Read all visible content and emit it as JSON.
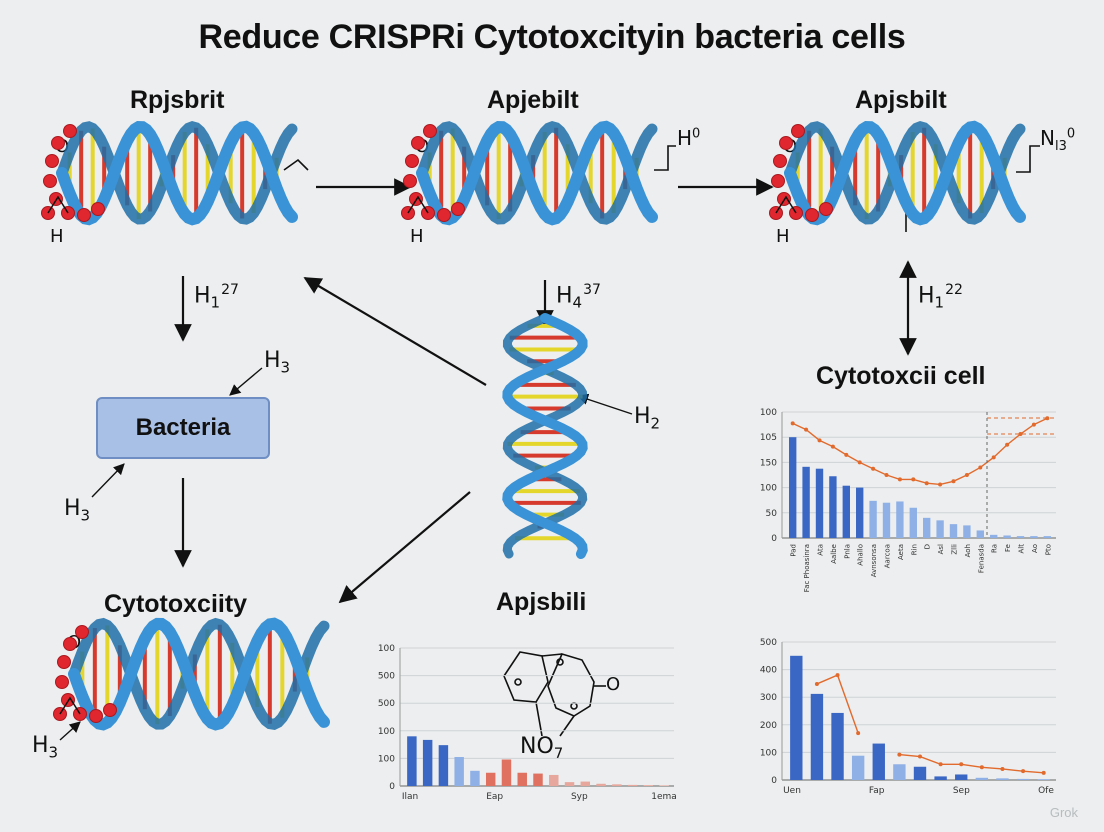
{
  "title": "Reduce CRISPRi Cytotoxcityin bacteria cells",
  "panels": {
    "top_left_label": "Rpjsbrit",
    "top_mid_label": "Apjebilt",
    "top_right_label": "Apjsbilt",
    "bacteria_box": "Bacteria",
    "cytotoxicity_label": "Cytotoxciity",
    "cytotoxic_cell_label": "Cytotoxcii cell",
    "bottom_mid_label": "Apjsbili"
  },
  "atoms": {
    "o1": "O",
    "h1": "H",
    "o2": "O",
    "h2": "H",
    "o3": "O",
    "h3": "H",
    "o4": "O",
    "tm_end": "H",
    "tm_end_sup": "0",
    "tr_end": "N",
    "tr_end_sub": "l3",
    "tr_end_sup": "0"
  },
  "h_labels": {
    "left_base": "H",
    "left_sub": "1",
    "left_sup": "27",
    "mid_base": "H",
    "mid_sub": "4",
    "mid_sup": "37",
    "right_base": "H",
    "right_sub": "1",
    "right_sup": "22",
    "h3_a": "H",
    "h3_a_sub": "3",
    "h3_b": "H",
    "h3_b_sub": "3",
    "h2": "H",
    "h2_sub": "2",
    "h3_c": "H",
    "h3_c_sub": "3"
  },
  "molecule": {
    "o_label": "O",
    "no_label": "NO",
    "no_sub": "7"
  },
  "watermark": "Grok",
  "colors": {
    "helix": "#3a93d6",
    "helix_dark": "#1f6ea8",
    "bead": "#e0262e",
    "rung_green": "#7cc241",
    "rung_red": "#d63a2c",
    "rung_yellow": "#e4d62a",
    "bar": "#3a66c4",
    "bar_light": "#8fb0e6",
    "bar_red": "#e07060",
    "line": "#e26a2c"
  },
  "chart_data": [
    {
      "type": "bar",
      "yticks": [
        "100",
        "105",
        "150",
        "100",
        "50",
        "0"
      ],
      "categories": [
        "Pad",
        "Fac Phoasinra",
        "Ata",
        "Aalbe",
        "Pnla",
        "Ahallo",
        "Avnsonsa",
        "Aarcoa",
        "Aeta",
        "Rin",
        "D",
        "Asl",
        "Zlli",
        "Aoh",
        "Fenasda",
        "Ra",
        "Fe",
        "Alt",
        "Ao",
        "Pto"
      ],
      "values": [
        160,
        113,
        110,
        98,
        83,
        80,
        59,
        56,
        58,
        48,
        32,
        28,
        22,
        20,
        12,
        5,
        4,
        3,
        3,
        3
      ],
      "series": [
        {
          "values": [
            182,
            172,
            155,
            145,
            132,
            120,
            110,
            100,
            93,
            93,
            87,
            85,
            90,
            100,
            112,
            128,
            148,
            165,
            180,
            190
          ]
        }
      ],
      "ylim": [
        0,
        200
      ]
    },
    {
      "type": "bar",
      "yticks": [
        "100",
        "500",
        "500",
        "100",
        "100",
        "0"
      ],
      "categories": [
        "Ilan",
        "Eap",
        "Syp",
        "1ema"
      ],
      "values": [
        180,
        167,
        148,
        105,
        55,
        48,
        96,
        48,
        45,
        40,
        14,
        16,
        8,
        6,
        4,
        3,
        2
      ],
      "ylim": [
        0,
        500
      ]
    },
    {
      "type": "bar",
      "yticks": [
        "500",
        "400",
        "300",
        "200",
        "100",
        "0"
      ],
      "categories": [
        "Uen",
        "Fap",
        "Sep",
        "Ofe"
      ],
      "values": [
        450,
        312,
        243,
        88,
        132,
        57,
        48,
        13,
        20,
        8,
        6,
        4,
        3
      ],
      "series": [
        {
          "values": [
            null,
            348,
            380,
            170,
            null,
            92,
            85,
            57,
            57,
            46,
            40,
            32,
            26
          ]
        }
      ],
      "ylim": [
        0,
        500
      ]
    }
  ]
}
